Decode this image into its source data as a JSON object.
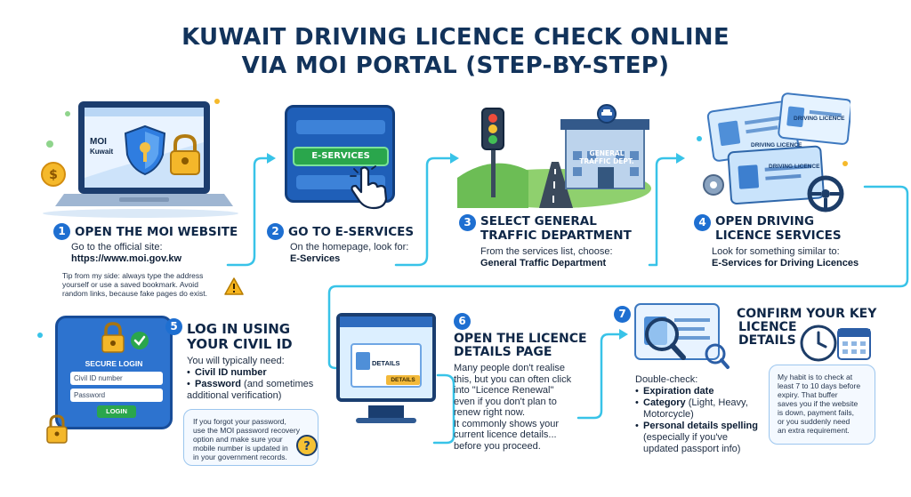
{
  "title": {
    "line1": "KUWAIT DRIVING LICENCE CHECK ONLINE",
    "line2": "VIA MOI PORTAL (STEP-BY-STEP)"
  },
  "steps": [
    {
      "number": "1",
      "heading": [
        "OPEN THE MOI WEBSITE"
      ],
      "lines": [
        "Go to the official site:"
      ],
      "highlight": "https://www.moi.gov.kw",
      "tip": [
        "Tip from my side: always type the address",
        "yourself or use a saved bookmark. Avoid",
        "random links, because fake pages do exist."
      ],
      "illustration": {
        "brand": "MOI",
        "brand_sub": "Kuwait"
      }
    },
    {
      "number": "2",
      "heading": [
        "GO TO E-SERVICES"
      ],
      "lines": [
        "On the homepage, look for:"
      ],
      "highlight": "E-Services",
      "illustration": {
        "button_label": "E-SERVICES"
      }
    },
    {
      "number": "3",
      "heading": [
        "SELECT GENERAL",
        "TRAFFIC DEPARTMENT"
      ],
      "lines": [
        "From the services list, choose:"
      ],
      "highlight": "General Traffic Department",
      "illustration": {
        "sign": [
          "GENERAL",
          "TRAFFIC DEPT."
        ]
      }
    },
    {
      "number": "4",
      "heading": [
        "OPEN DRIVING",
        "LICENCE SERVICES"
      ],
      "lines": [
        "Look for something similar to:"
      ],
      "highlight": "E-Services for Driving Licences",
      "illustration": {
        "card_labels": [
          "DRIVING LICENCE",
          "DRIVING LICENCE",
          "DRIVING LICENCE"
        ]
      }
    },
    {
      "number": "5",
      "heading": [
        "LOG IN USING",
        "YOUR CIVIL ID"
      ],
      "lines": [
        "You will typically need:"
      ],
      "bullets": [
        {
          "bold": "Civil ID number",
          "rest": ""
        },
        {
          "bold": "Password",
          "rest": " (and sometimes",
          "cont": "additional verification)"
        }
      ],
      "note": [
        "If you forgot your password,",
        "use the MOI password recovery",
        "option and make sure your",
        "mobile number is updated in",
        "in your government records."
      ],
      "illustration": {
        "panel_title": "SECURE LOGIN",
        "field1": "Civil ID number",
        "field2": "Password",
        "button": "LOGIN"
      }
    },
    {
      "number": "6",
      "heading": [
        "OPEN THE LICENCE",
        "DETAILS PAGE"
      ],
      "body": [
        "Many people don't realise",
        "this, but you can often click",
        "into \"Licence Renewal\"",
        "even if you don't plan to",
        "renew right now.",
        "It commonly shows your",
        "current licence details...",
        "before you proceed."
      ],
      "illustration": {
        "label": "DETAILS",
        "button": "DETAILS"
      }
    },
    {
      "number": "7",
      "heading": [
        "CONFIRM YOUR KEY",
        "LICENCE",
        "DETAILS"
      ],
      "lines": [
        "Double-check:"
      ],
      "bullets": [
        {
          "bold": "Expiration date",
          "rest": ""
        },
        {
          "bold": "Category",
          "rest": " (Light, Heavy,",
          "cont": "Motorcycle)"
        },
        {
          "bold": "Personal details spelling",
          "rest": "",
          "cont": "(especially if you've",
          "cont2": "updated passport info)"
        }
      ],
      "note": [
        "My habit is to check at",
        "least 7 to 10 days before",
        "expiry. That buffer",
        "saves you if the website",
        "is down, payment fails,",
        "or you suddenly need",
        "an extra requirement."
      ]
    }
  ],
  "colors": {
    "title": "#12335b",
    "step_number": "#1e6fd1",
    "flow_line": "#38c3e8",
    "button_green": "#2aa64c",
    "panel_blue": "#2d73cf"
  },
  "icons": [
    "dollar-coin-icon",
    "shield-icon",
    "lock-icon",
    "cursor-hand-icon",
    "traffic-light-icon",
    "car-icon",
    "gear-icon",
    "steering-wheel-icon",
    "checkmark-icon",
    "question-icon",
    "warning-icon",
    "magnifier-icon",
    "clock-icon",
    "calendar-icon",
    "id-card-icon"
  ]
}
